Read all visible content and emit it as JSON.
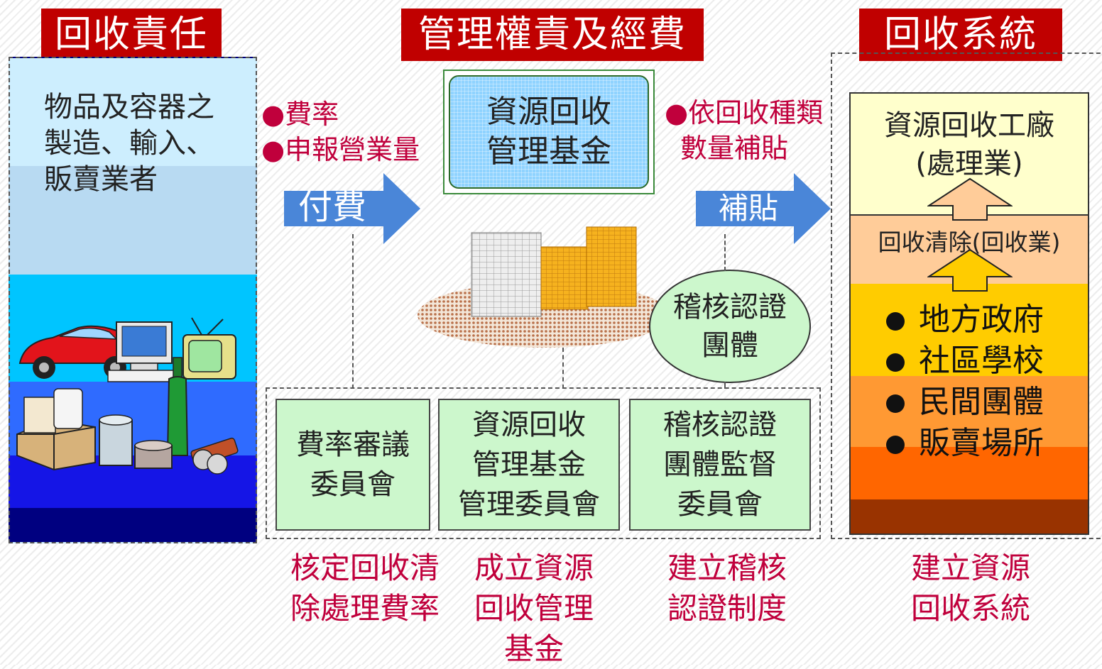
{
  "headers": {
    "responsibility": "回收責任",
    "management": "管理權責及經費",
    "system": "回收系統"
  },
  "producer": {
    "line1": "物品及容器之",
    "line2": "製造、輸入、",
    "line3": "販賣業者"
  },
  "left_bullets": [
    "●費率",
    "●申報營業量"
  ],
  "right_bullets": {
    "line1": "●依回收種類",
    "line2": "數量補貼"
  },
  "fund": "資源回收\n管理基金",
  "arrows": {
    "pay": "付費",
    "subsidy": "補貼"
  },
  "audit_body": "稽核認證\n團體",
  "committees": [
    "費率審議\n委員會",
    "資源回收\n管理基金\n管理委員會",
    "稽核認證\n團體監督\n委員會"
  ],
  "system_layers": {
    "plant": "資源回收工廠\n(處理業)",
    "collection": "回收清除(回收業)",
    "sources": [
      "地方政府",
      "社區學校",
      "民間團體",
      "販賣場所"
    ]
  },
  "bottom_captions": [
    "核定回收清\n除處理費率",
    "成立資源\n回收管理\n基金",
    "建立稽核\n認證制度",
    "建立資源\n回收系統"
  ],
  "colors": {
    "header_red": "#c00000",
    "text_red": "#c0003c",
    "arrow_blue": "#4a86d8",
    "committee_green": "#ccf7cc"
  },
  "icons": [
    "car-icon",
    "computer-icon",
    "tv-icon",
    "bottle-icon",
    "can-icon",
    "box-icon",
    "battery-icon",
    "money-stack-icon"
  ]
}
